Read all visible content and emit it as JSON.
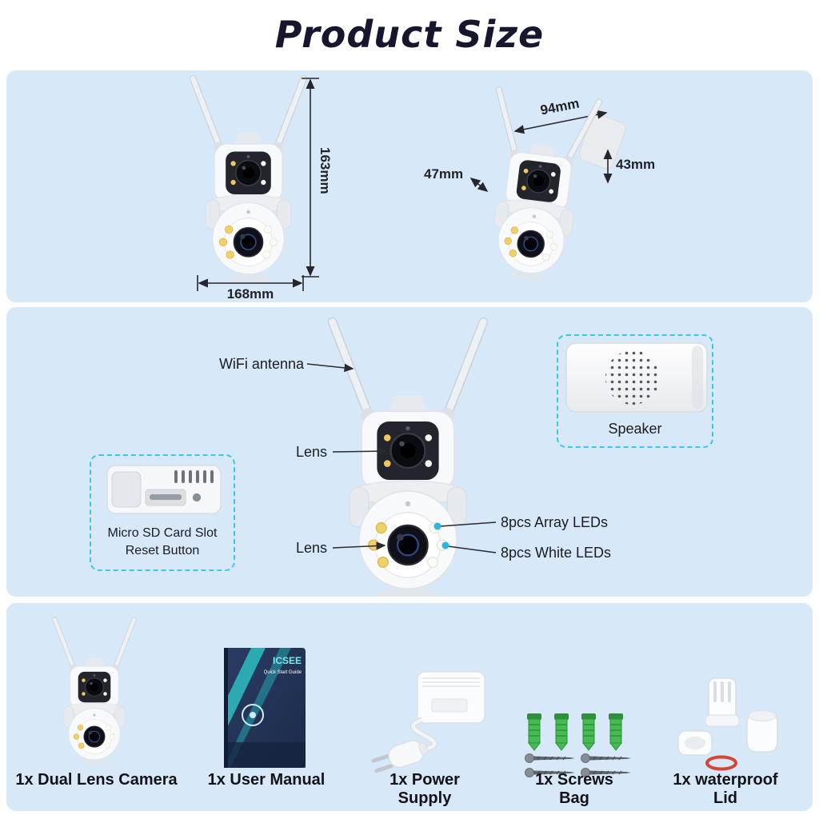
{
  "title": "Product Size",
  "colors": {
    "panel_bg": "#d7e9f8",
    "callout_border": "#3cc7ea",
    "callout_dot": "#2bb7e0",
    "dimension_line": "#26262c",
    "led_yellow": "#f0d06a",
    "anchor_green": "#46bb52",
    "oring_red": "#d64434"
  },
  "dimensions": {
    "front_height": "163mm",
    "front_width": "168mm",
    "side_depth": "94mm",
    "side_front": "47mm",
    "side_mount": "43mm"
  },
  "features": {
    "wifi_antenna": "WiFi antenna",
    "lens_top": "Lens",
    "lens_bottom": "Lens",
    "speaker": "Speaker",
    "sd_line1": "Micro SD Card Slot",
    "sd_line2": "Reset Button",
    "array_leds": "8pcs Array LEDs",
    "white_leds": "8pcs White LEDs"
  },
  "manual": {
    "brand": "ICSEE",
    "subtitle": "Quick Start Guide"
  },
  "package_items": [
    "1x Dual Lens Camera",
    "1x User Manual",
    "1x Power Supply",
    "1x Screws Bag",
    "1x waterproof Lid"
  ]
}
